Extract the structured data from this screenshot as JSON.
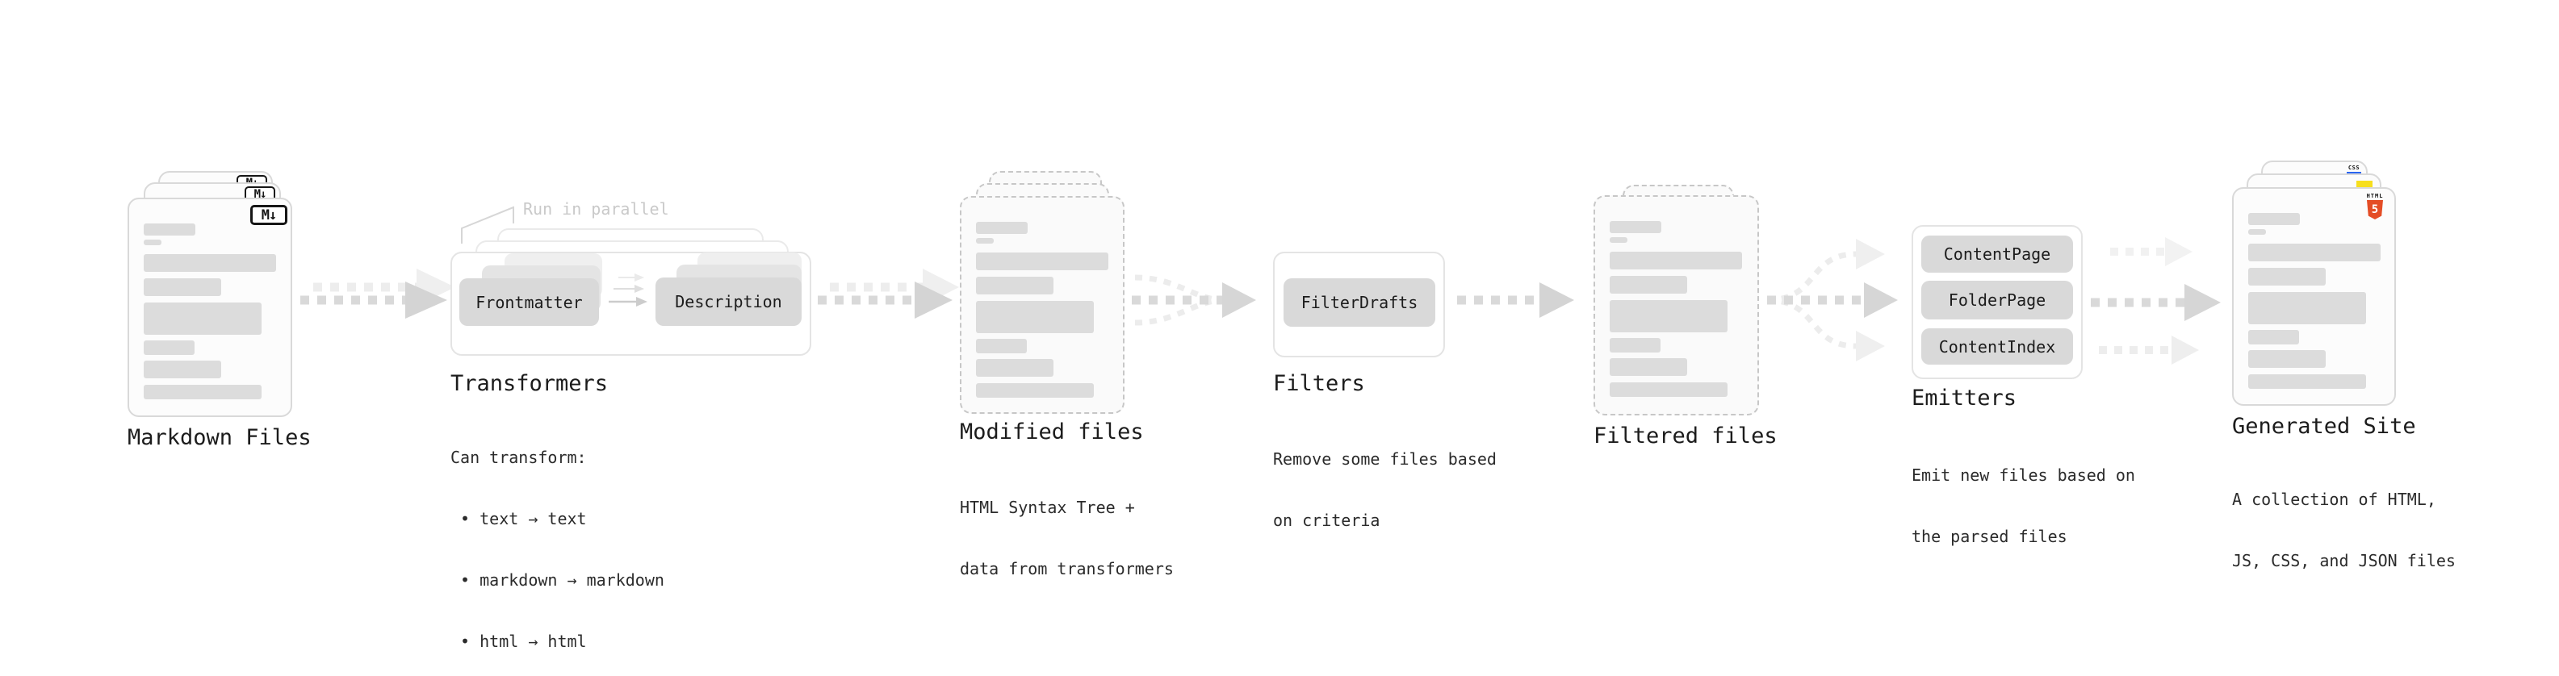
{
  "stages": {
    "markdown_files": {
      "title": "Markdown Files",
      "file_badge": "M↓"
    },
    "transformers": {
      "title": "Transformers",
      "annotation": "Run in parallel",
      "pill_frontmatter": "Frontmatter",
      "pill_description": "Description",
      "desc_line1": "Can transform:",
      "desc_line2": " • text → text",
      "desc_line3": " • markdown → markdown",
      "desc_line4": " • html → html"
    },
    "modified_files": {
      "title": "Modified files",
      "desc_line1": "HTML Syntax Tree +",
      "desc_line2": "data from transformers"
    },
    "filters": {
      "title": "Filters",
      "pill_filterdrafts": "FilterDrafts",
      "desc_line1": "Remove some files based",
      "desc_line2": "on criteria"
    },
    "filtered_files": {
      "title": "Filtered files"
    },
    "emitters": {
      "title": "Emitters",
      "pill_contentpage": "ContentPage",
      "pill_folderpage": "FolderPage",
      "pill_contentindex": "ContentIndex",
      "desc_line1": "Emit new files based on",
      "desc_line2": "the parsed files"
    },
    "generated_site": {
      "title": "Generated Site",
      "badge_css": "CSS",
      "badge_html_word": "HTML",
      "badge_html_number": "5",
      "desc_line1": "A collection of HTML,",
      "desc_line2": "JS, CSS, and JSON files"
    }
  },
  "colors": {
    "html5_orange": "#e44d26",
    "js_yellow": "#f7df1e",
    "css_blue": "#2965f1",
    "pill_gray": "#d9d9d9",
    "arrow_gray": "#d9d9d9",
    "muted_text": "#c9c9c9"
  }
}
